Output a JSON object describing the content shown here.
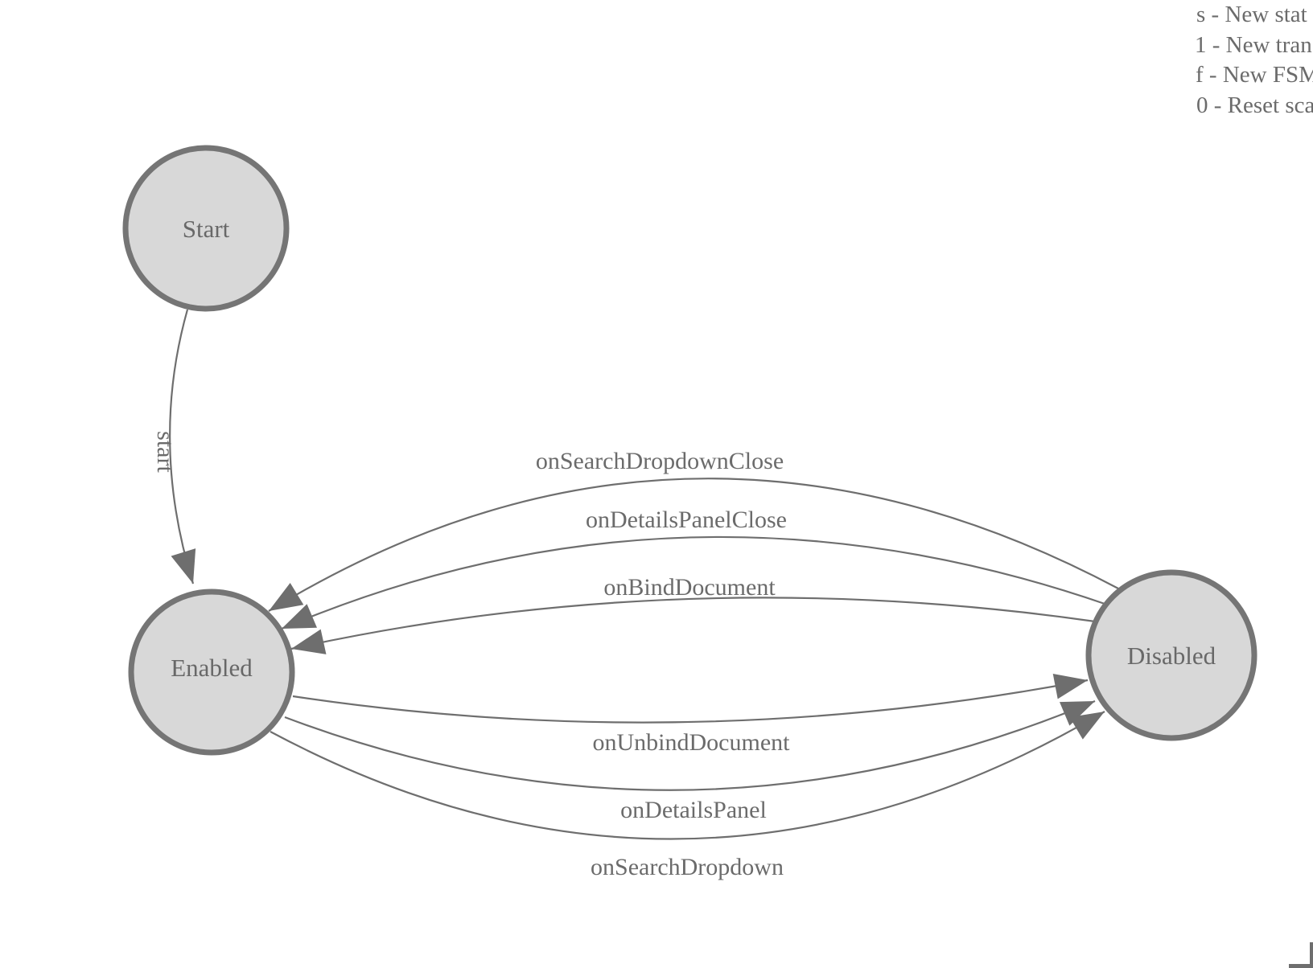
{
  "diagram": {
    "type": "fsm-state-diagram",
    "colors": {
      "background": "#ffffff",
      "node_fill": "#d8d8d8",
      "node_stroke": "#757575",
      "edge_stroke": "#6e6e6e",
      "arrow_fill": "#6e6e6e",
      "text": "#6b6b6b"
    },
    "nodes": [
      {
        "id": "start",
        "label": "Start"
      },
      {
        "id": "enabled",
        "label": "Enabled"
      },
      {
        "id": "disabled",
        "label": "Disabled"
      }
    ],
    "edges": [
      {
        "from": "start",
        "to": "enabled",
        "label": "start"
      },
      {
        "from": "disabled",
        "to": "enabled",
        "label": "onSearchDropdownClose"
      },
      {
        "from": "disabled",
        "to": "enabled",
        "label": "onDetailsPanelClose"
      },
      {
        "from": "disabled",
        "to": "enabled",
        "label": "onBindDocument"
      },
      {
        "from": "enabled",
        "to": "disabled",
        "label": "onUnbindDocument"
      },
      {
        "from": "enabled",
        "to": "disabled",
        "label": "onDetailsPanel"
      },
      {
        "from": "enabled",
        "to": "disabled",
        "label": "onSearchDropdown"
      }
    ]
  },
  "legend": {
    "lines": [
      "s - New stat",
      "1 - New tran",
      "f - New FSM",
      "0 - Reset sca"
    ]
  }
}
